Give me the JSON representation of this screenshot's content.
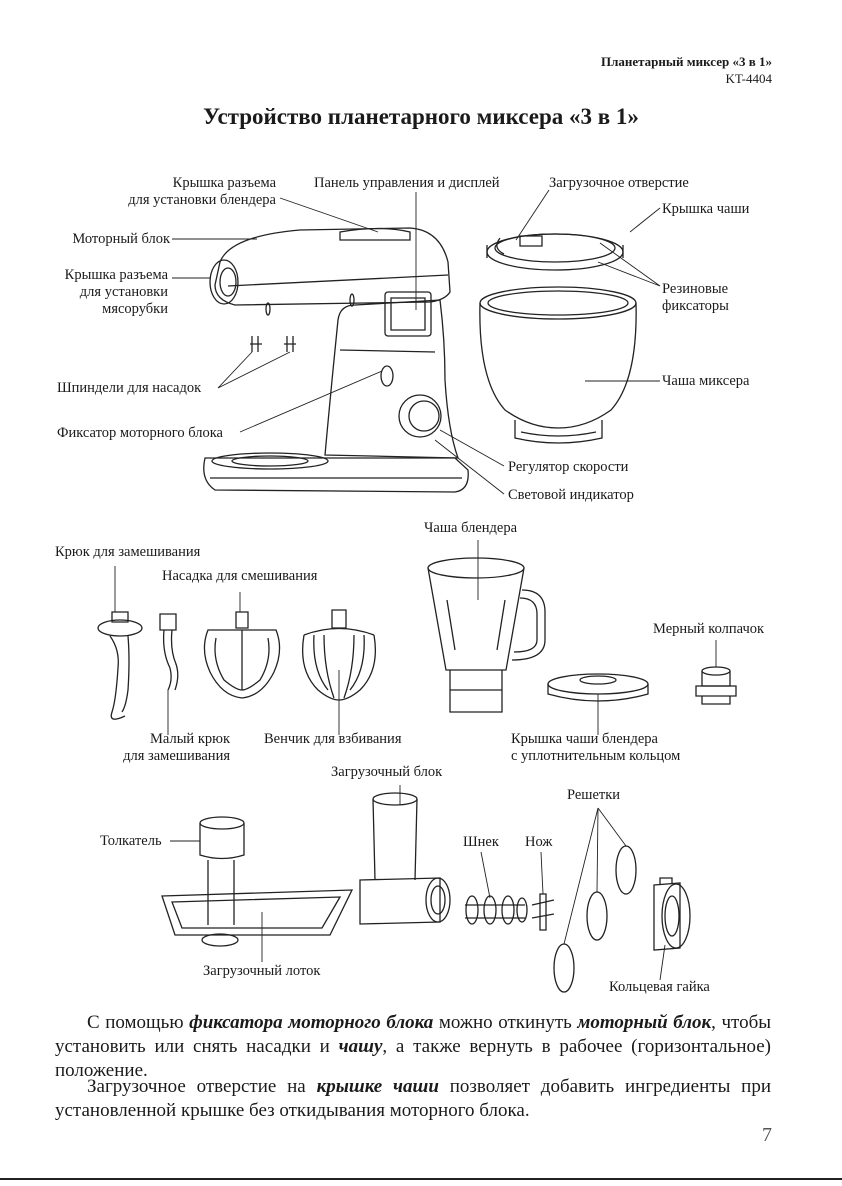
{
  "header": {
    "product": "Планетарный миксер «3 в 1»",
    "model": "KT-4404"
  },
  "title": "Устройство планетарного миксера «3 в 1»",
  "labels": {
    "blender_cover_1": "Крышка разъема",
    "blender_cover_2": "для установки блендера",
    "control_panel": "Панель управления и дисплей",
    "loading_hole": "Загрузочное отверстие",
    "bowl_lid": "Крышка чаши",
    "motor_unit": "Моторный блок",
    "grinder_cover_1": "Крышка разъема",
    "grinder_cover_2": "для установки",
    "grinder_cover_3": "мясорубки",
    "rubber_1": "Резиновые",
    "rubber_2": "фиксаторы",
    "bowl": "Чаша миксера",
    "spindles": "Шпиндели для насадок",
    "motor_lock": "Фиксатор моторного блока",
    "speed": "Регулятор скорости",
    "light": "Световой индикатор",
    "blender_jar": "Чаша блендера",
    "dough_hook": "Крюк для замешивания",
    "mixing": "Насадка для смешивания",
    "measuring_cap": "Мерный колпачок",
    "small_hook_1": "Малый крюк",
    "small_hook_2": "для замешивания",
    "whisk": "Венчик для взбивания",
    "jar_lid_1": "Крышка чаши блендера",
    "jar_lid_2": "с уплотнительным кольцом",
    "feed_block": "Загрузочный блок",
    "grids": "Решетки",
    "pusher": "Толкатель",
    "auger": "Шнек",
    "knife": "Нож",
    "tray": "Загрузочный лоток",
    "ring_nut": "Кольцевая гайка"
  },
  "paragraph1": {
    "t1": "С помощью ",
    "b1": "фиксатора моторного блока",
    "t2": " можно откинуть ",
    "b2": "моторный блок",
    "t3": ", чтобы установить или снять насадки и ",
    "b3": "чашу",
    "t4": ", а также вернуть в рабочее (горизонтальное) положение."
  },
  "paragraph2": {
    "t1": "Загрузочное отверстие на ",
    "b1": "крышке чаши",
    "t2": " позволяет добавить ингредиенты при установленной крышке без откидывания моторного блока."
  },
  "page_number": "7"
}
